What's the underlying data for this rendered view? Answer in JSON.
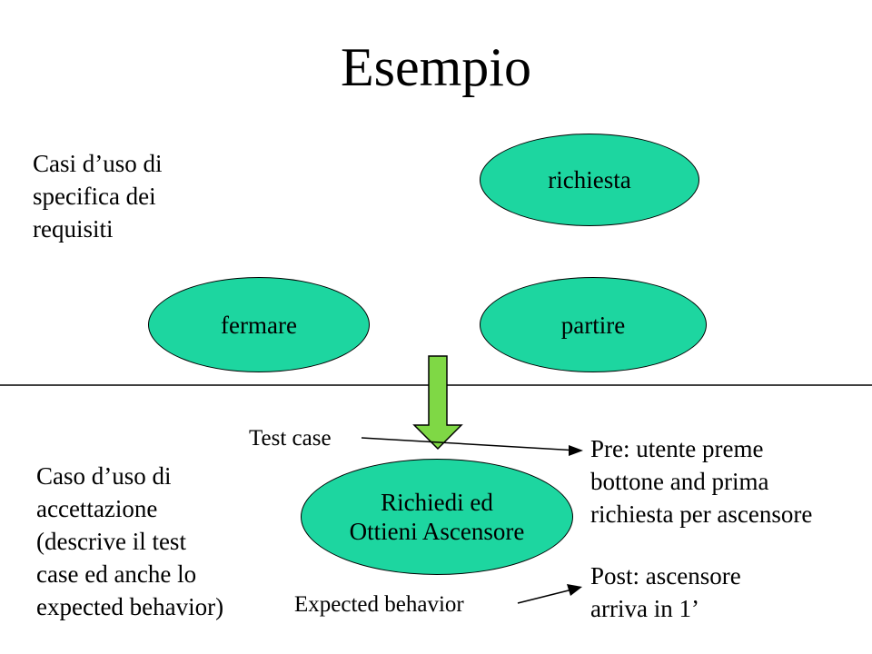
{
  "slide": {
    "title": "Esempio",
    "requirements_label": [
      "Casi d’uso di",
      "specifica dei",
      "requisiti"
    ],
    "acceptance_label": [
      "Caso d’uso di",
      "accettazione",
      "(descrive il test",
      "case ed anche lo",
      "expected behavior)"
    ],
    "use_cases": {
      "richiesta": "richiesta",
      "fermare": "fermare",
      "partire": "partire",
      "acceptance": [
        "Richiedi ed",
        "Ottieni Ascensore"
      ]
    },
    "test_case_label": "Test case",
    "expected_behavior_label": "Expected behavior",
    "pre_condition": [
      "Pre: utente preme",
      "bottone and prima",
      "richiesta per ascensore"
    ],
    "post_condition": [
      "Post: ascensore",
      "arriva in 1’"
    ],
    "colors": {
      "ellipse_fill": "#1dd6a0",
      "arrow_fill": "#7fd845"
    }
  }
}
